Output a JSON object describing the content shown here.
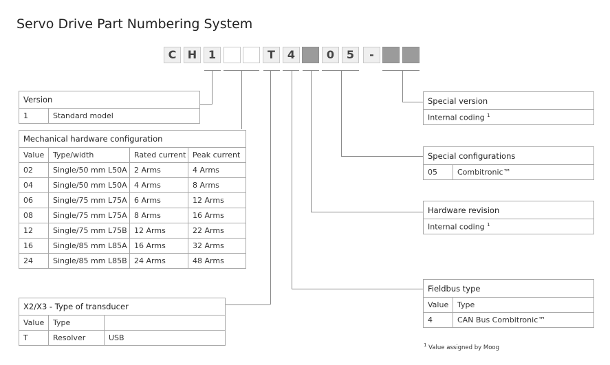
{
  "title": "Servo Drive Part Numbering System",
  "code_boxes": [
    {
      "char": "C",
      "style": "light"
    },
    {
      "char": "H",
      "style": "light"
    },
    {
      "char": "1",
      "style": "light"
    },
    {
      "char": "",
      "style": "empty"
    },
    {
      "char": "",
      "style": "empty"
    },
    {
      "char": "T",
      "style": "light"
    },
    {
      "char": "4",
      "style": "light"
    },
    {
      "char": "",
      "style": "dark"
    },
    {
      "char": "0",
      "style": "light"
    },
    {
      "char": "5",
      "style": "light"
    },
    {
      "char": "-",
      "style": "light"
    },
    {
      "char": "",
      "style": "dark"
    },
    {
      "char": "",
      "style": "dark"
    }
  ],
  "version_table": {
    "title": "Version",
    "rows": [
      [
        "1",
        "Standard model"
      ]
    ]
  },
  "mech_table": {
    "title": "Mechanical hardware configuration",
    "headers": [
      "Value",
      "Type/width",
      "Rated current",
      "Peak current"
    ],
    "rows": [
      [
        "02",
        "Single/50 mm L50A",
        "2 Arms",
        "4 Arms"
      ],
      [
        "04",
        "Single/50 mm L50A",
        "4 Arms",
        "8 Arms"
      ],
      [
        "06",
        "Single/75 mm L75A",
        "6 Arms",
        "12 Arms"
      ],
      [
        "08",
        "Single/75 mm L75A",
        "8 Arms",
        "16 Arms"
      ],
      [
        "12",
        "Single/75 mm L75B",
        "12 Arms",
        "22 Arms"
      ],
      [
        "16",
        "Single/85 mm L85A",
        "16 Arms",
        "32 Arms"
      ],
      [
        "24",
        "Single/85 mm L85B",
        "24 Arms",
        "48 Arms"
      ]
    ]
  },
  "transducer_table": {
    "title": "X2/X3 - Type of transducer",
    "headers": [
      "Value",
      "Type",
      ""
    ],
    "rows": [
      [
        "T",
        "Resolver",
        "USB"
      ]
    ]
  },
  "special_version": {
    "title": "Special version",
    "value": "Internal coding",
    "sup": "1"
  },
  "special_config": {
    "title": "Special configurations",
    "rows": [
      [
        "05",
        "Combitronic™"
      ]
    ]
  },
  "hardware_revision": {
    "title": "Hardware revision",
    "value": "Internal coding",
    "sup": "1"
  },
  "fieldbus_table": {
    "title": "Fieldbus type",
    "headers": [
      "Value",
      "Type"
    ],
    "rows": [
      [
        "4",
        "CAN Bus Combitronic™"
      ]
    ]
  },
  "footnote": {
    "mark": "1",
    "text": "Value assigned by Moog"
  }
}
